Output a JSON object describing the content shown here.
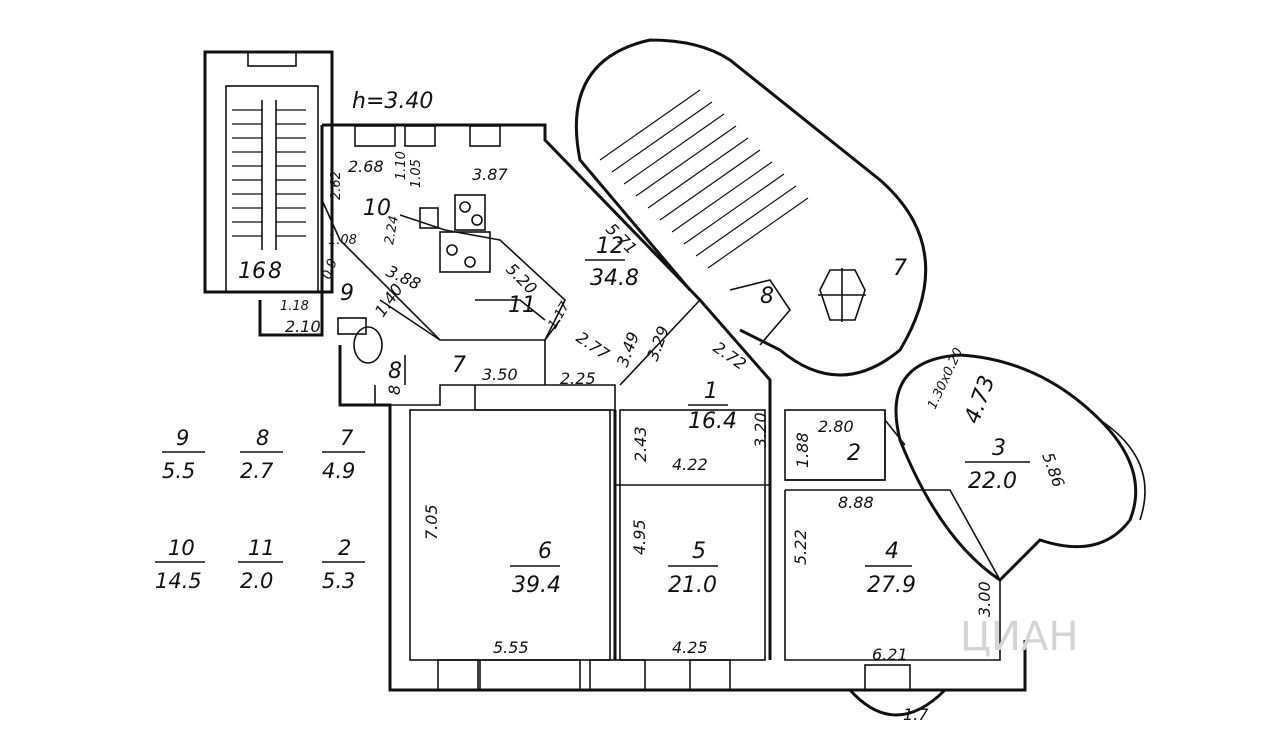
{
  "plan": {
    "ceiling_label": "h=3.40",
    "watermark": "ЦИАН",
    "rooms": [
      {
        "key": "r1",
        "number": "1",
        "area": "16.4"
      },
      {
        "key": "r2",
        "number": "2",
        "area": ""
      },
      {
        "key": "r3",
        "number": "3",
        "area": "22.0"
      },
      {
        "key": "r4",
        "number": "4",
        "area": "27.9"
      },
      {
        "key": "r5",
        "number": "5",
        "area": "21.0"
      },
      {
        "key": "r6",
        "number": "6",
        "area": "39.4"
      },
      {
        "key": "r7",
        "number": "7",
        "area": ""
      },
      {
        "key": "r8",
        "number": "8",
        "area": ""
      },
      {
        "key": "r9",
        "number": "9",
        "area": ""
      },
      {
        "key": "r10",
        "number": "10",
        "area": ""
      },
      {
        "key": "r11",
        "number": "11",
        "area": ""
      },
      {
        "key": "r12",
        "number": "12",
        "area": "34.8"
      },
      {
        "key": "stair7",
        "number": "7",
        "area": ""
      },
      {
        "key": "stair8",
        "number": "8",
        "area": ""
      },
      {
        "key": "stair16",
        "number": "16",
        "area": "8"
      }
    ],
    "dimensions": [
      "2.68",
      "1.10",
      "1.05",
      "3.87",
      "2.62",
      "2.24",
      "1.08",
      "3.88",
      "5.20",
      "5.71",
      "0.9",
      "1.40",
      "1.17",
      "2.77",
      "3.49",
      "3.29",
      "2.72",
      "1.18",
      "2.10",
      "8",
      "3.50",
      "2.25",
      "2.43",
      "3.20",
      "1.88",
      "2.80",
      "4.22",
      "8.88",
      "7.05",
      "4.95",
      "5.22",
      "5.55",
      "4.25",
      "6.21",
      "3.00",
      "1.7",
      "4.73",
      "5.86",
      "1.30x0.20"
    ],
    "legend": [
      {
        "number": "9",
        "area": "5.5"
      },
      {
        "number": "8",
        "area": "2.7"
      },
      {
        "number": "7",
        "area": "4.9"
      },
      {
        "number": "10",
        "area": "14.5"
      },
      {
        "number": "11",
        "area": "2.0"
      },
      {
        "number": "2",
        "area": "5.3"
      }
    ]
  }
}
